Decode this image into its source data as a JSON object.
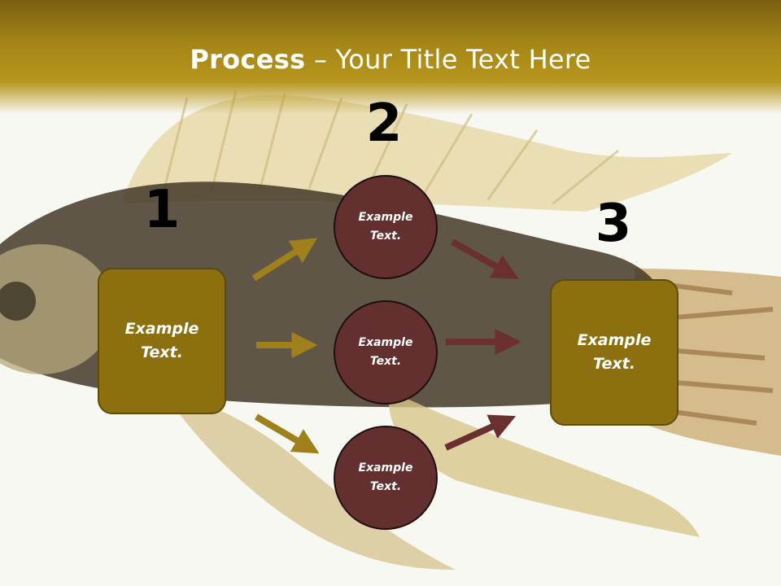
{
  "title": {
    "bold": "Process",
    "rest": " – Your Title Text Here"
  },
  "steps": {
    "one": "1",
    "two": "2",
    "three": "3"
  },
  "boxes": {
    "left": "Example\nText.",
    "right": "Example\nText."
  },
  "circles": {
    "top": "Example\nText.",
    "middle": "Example\nText.",
    "bottom": "Example\nText."
  },
  "colors": {
    "header": "#a58616",
    "box": "#8c7010",
    "circle": "#632f2f",
    "gold_arrow": "#a0801a",
    "maroon_arrow": "#6b2f2f"
  }
}
